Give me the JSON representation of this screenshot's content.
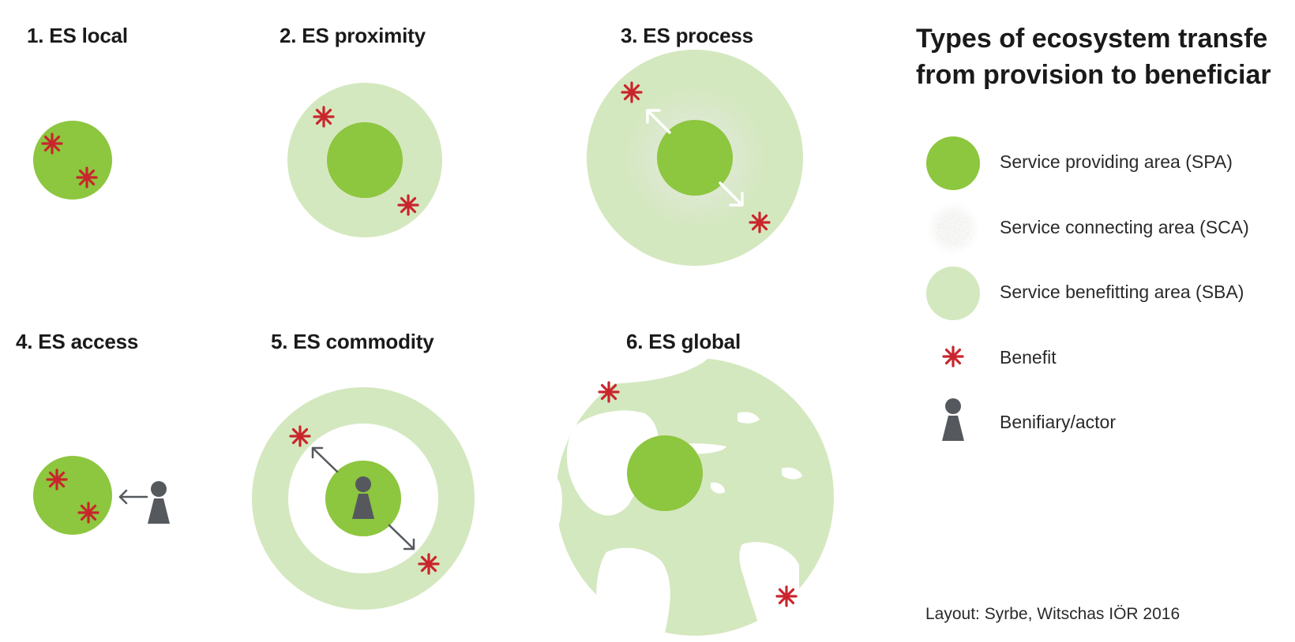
{
  "title": {
    "line1": "Types of ecosystem transfe",
    "line2": "from provision to beneficiar"
  },
  "panels": [
    {
      "id": "1",
      "label": "1. ES local"
    },
    {
      "id": "2",
      "label": "2. ES proximity"
    },
    {
      "id": "3",
      "label": "3. ES process"
    },
    {
      "id": "4",
      "label": "4. ES access"
    },
    {
      "id": "5",
      "label": "5. ES commodity"
    },
    {
      "id": "6",
      "label": "6. ES global"
    }
  ],
  "legend": {
    "spa": "Service providing area (SPA)",
    "sca": "Service connecting area (SCA)",
    "sba": "Service benefitting area (SBA)",
    "benefit": "Benefit",
    "beneficiary": "Benifiary/actor"
  },
  "credit": "Layout:  Syrbe, Witschas IÖR 2016",
  "colors": {
    "spa": "#8dc63f",
    "sba": "#d4e8bf",
    "benefit": "#c9252c",
    "actor": "#55595e",
    "arrow_light": "#ffffff",
    "arrow_dark": "#55595e"
  }
}
